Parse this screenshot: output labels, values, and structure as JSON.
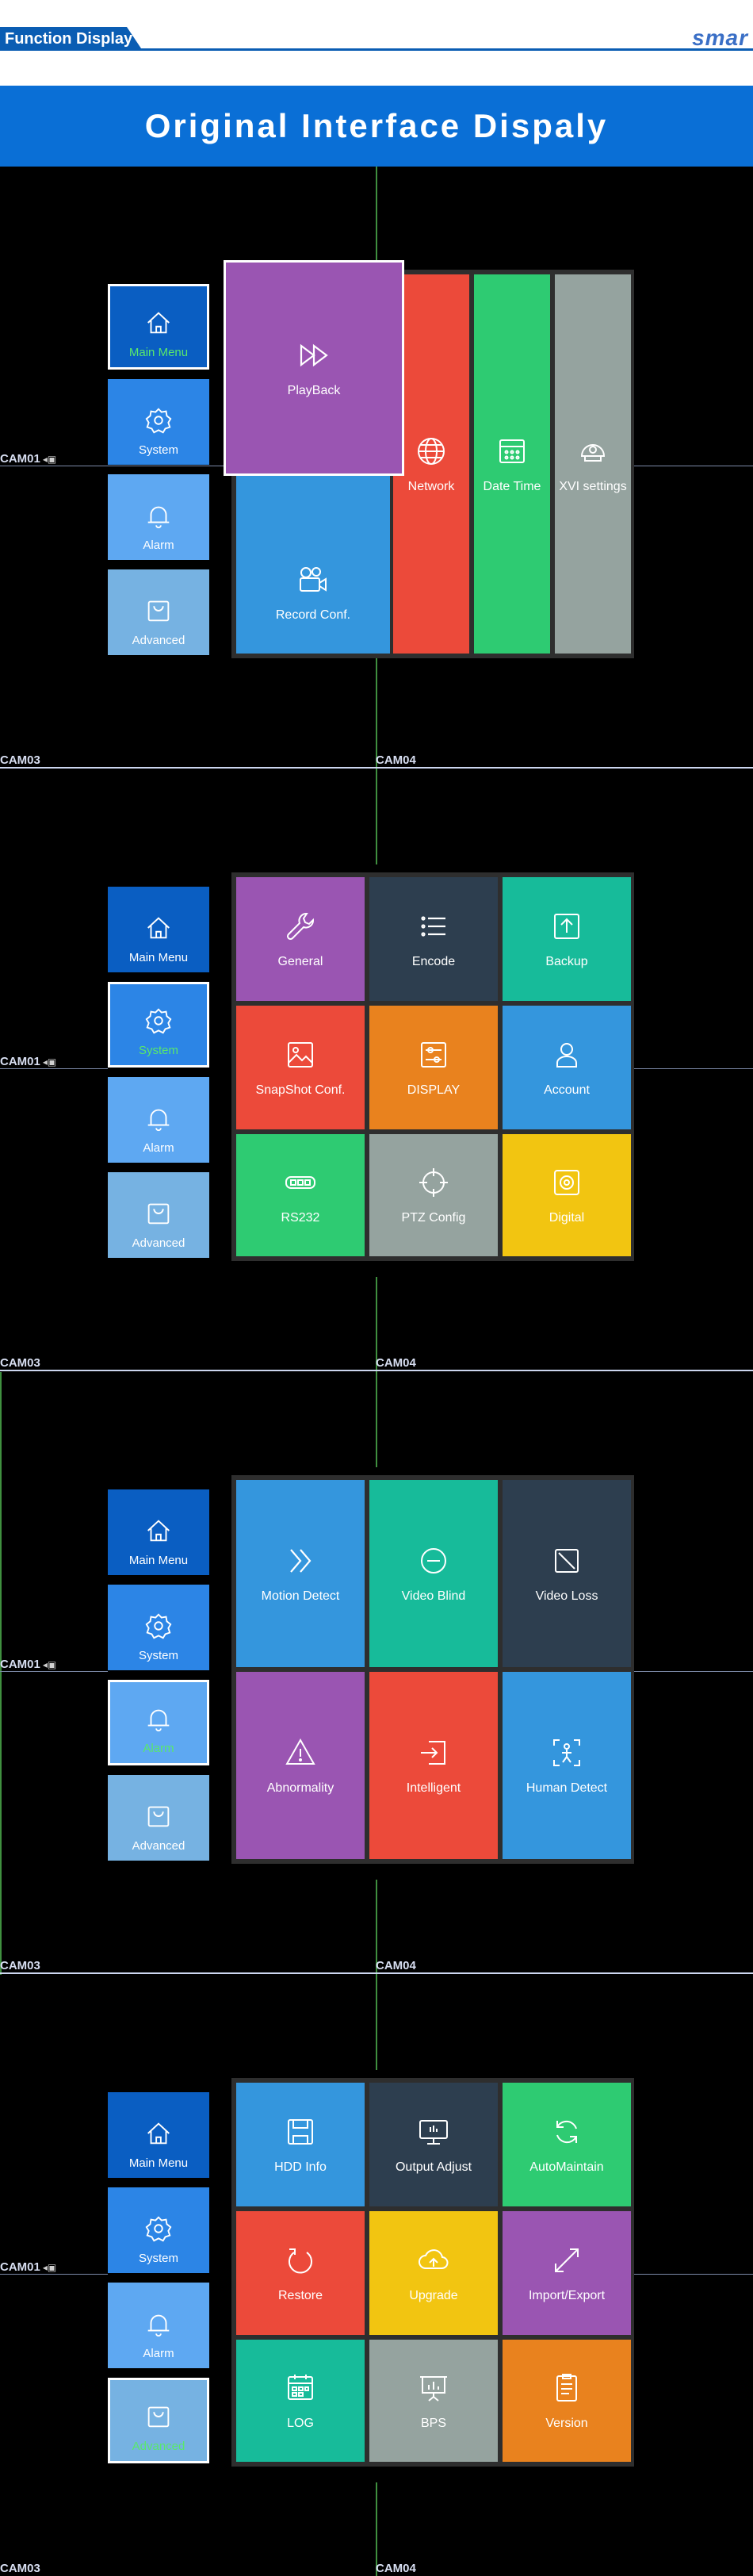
{
  "header": {
    "tab_label": "Function Display",
    "logo": "smar"
  },
  "banner": {
    "title": "Original Interface Dispaly"
  },
  "cameras": {
    "cam1": "CAM01",
    "cam3": "CAM03",
    "cam4": "CAM04"
  },
  "nav_labels": {
    "main": "Main Menu",
    "system": "System",
    "alarm": "Alarm",
    "advanced": "Advanced"
  },
  "screens": [
    {
      "selected_nav": "main",
      "tiles": [
        {
          "label": "PlayBack",
          "icon": "fast-forward-icon",
          "color": "#9a55b2",
          "selected": true
        },
        {
          "label": "Network",
          "icon": "globe-icon",
          "color": "#ec4a3a"
        },
        {
          "label": "Date Time",
          "icon": "calendar-icon",
          "color": "#2ecb72"
        },
        {
          "label": "XVI settings",
          "icon": "dome-camera-icon",
          "color": "#95a39f"
        },
        {
          "label": "Record Conf.",
          "icon": "video-camera-icon",
          "color": "#3496dd"
        }
      ]
    },
    {
      "selected_nav": "system",
      "tiles": [
        {
          "label": "General",
          "icon": "wrench-icon",
          "color": "#9a55b2"
        },
        {
          "label": "Encode",
          "icon": "list-icon",
          "color": "#2d3e4f"
        },
        {
          "label": "Backup",
          "icon": "upload-box-icon",
          "color": "#17bb9a"
        },
        {
          "label": "SnapShot Conf.",
          "icon": "image-icon",
          "color": "#ec4a3a"
        },
        {
          "label": "DISPLAY",
          "icon": "sliders-icon",
          "color": "#e9821e"
        },
        {
          "label": "Account",
          "icon": "user-icon",
          "color": "#3496dd"
        },
        {
          "label": "RS232",
          "icon": "serial-port-icon",
          "color": "#2ecb72"
        },
        {
          "label": "PTZ Config",
          "icon": "crosshair-icon",
          "color": "#95a39f"
        },
        {
          "label": "Digital",
          "icon": "digital-channel-icon",
          "color": "#f2c511"
        }
      ]
    },
    {
      "selected_nav": "alarm",
      "tiles": [
        {
          "label": "Motion Detect",
          "icon": "double-chevron-icon",
          "color": "#3496dd"
        },
        {
          "label": "Video Blind",
          "icon": "minus-circle-icon",
          "color": "#17bb9a"
        },
        {
          "label": "Video Loss",
          "icon": "slash-square-icon",
          "color": "#2d3e4f"
        },
        {
          "label": "Abnormality",
          "icon": "warning-icon",
          "color": "#9a55b2"
        },
        {
          "label": "Intelligent",
          "icon": "enter-box-icon",
          "color": "#ec4a3a"
        },
        {
          "label": "Human Detect",
          "icon": "person-scan-icon",
          "color": "#3496dd"
        }
      ]
    },
    {
      "selected_nav": "advanced",
      "tiles": [
        {
          "label": "HDD Info",
          "icon": "disk-icon",
          "color": "#3496dd"
        },
        {
          "label": "Output Adjust",
          "icon": "monitor-icon",
          "color": "#2d3e4f"
        },
        {
          "label": "AutoMaintain",
          "icon": "refresh-icon",
          "color": "#2ecb72"
        },
        {
          "label": "Restore",
          "icon": "restore-icon",
          "color": "#ec4a3a"
        },
        {
          "label": "Upgrade",
          "icon": "cloud-upload-icon",
          "color": "#f2c511"
        },
        {
          "label": "Import/Export",
          "icon": "expand-arrows-icon",
          "color": "#9a55b2"
        },
        {
          "label": "LOG",
          "icon": "calendar-grid-icon",
          "color": "#17bb9a"
        },
        {
          "label": "BPS",
          "icon": "chart-board-icon",
          "color": "#95a39f"
        },
        {
          "label": "Version",
          "icon": "document-icon",
          "color": "#e9821e"
        }
      ]
    }
  ]
}
